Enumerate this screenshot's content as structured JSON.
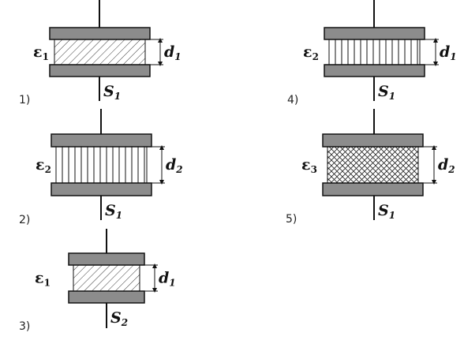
{
  "capacitors": [
    {
      "number": "1)",
      "dielectric": "ε",
      "dielectric_sub": "1",
      "dim": "d",
      "dim_sub": "1",
      "area": "S",
      "area_sub": "1",
      "fill": "diagonal-hatch"
    },
    {
      "number": "2)",
      "dielectric": "ε",
      "dielectric_sub": "2",
      "dim": "d",
      "dim_sub": "2",
      "area": "S",
      "area_sub": "1",
      "fill": "vertical-lines"
    },
    {
      "number": "3)",
      "dielectric": "ε",
      "dielectric_sub": "1",
      "dim": "d",
      "dim_sub": "1",
      "area": "S",
      "area_sub": "2",
      "fill": "diagonal-hatch"
    },
    {
      "number": "4)",
      "dielectric": "ε",
      "dielectric_sub": "2",
      "dim": "d",
      "dim_sub": "1",
      "area": "S",
      "area_sub": "1",
      "fill": "vertical-lines"
    },
    {
      "number": "5)",
      "dielectric": "ε",
      "dielectric_sub": "3",
      "dim": "d",
      "dim_sub": "2",
      "area": "S",
      "area_sub": "1",
      "fill": "cross-hatch"
    }
  ],
  "colors": {
    "plate": "#8c8c8c",
    "stroke": "#111111",
    "text": "#111111"
  }
}
